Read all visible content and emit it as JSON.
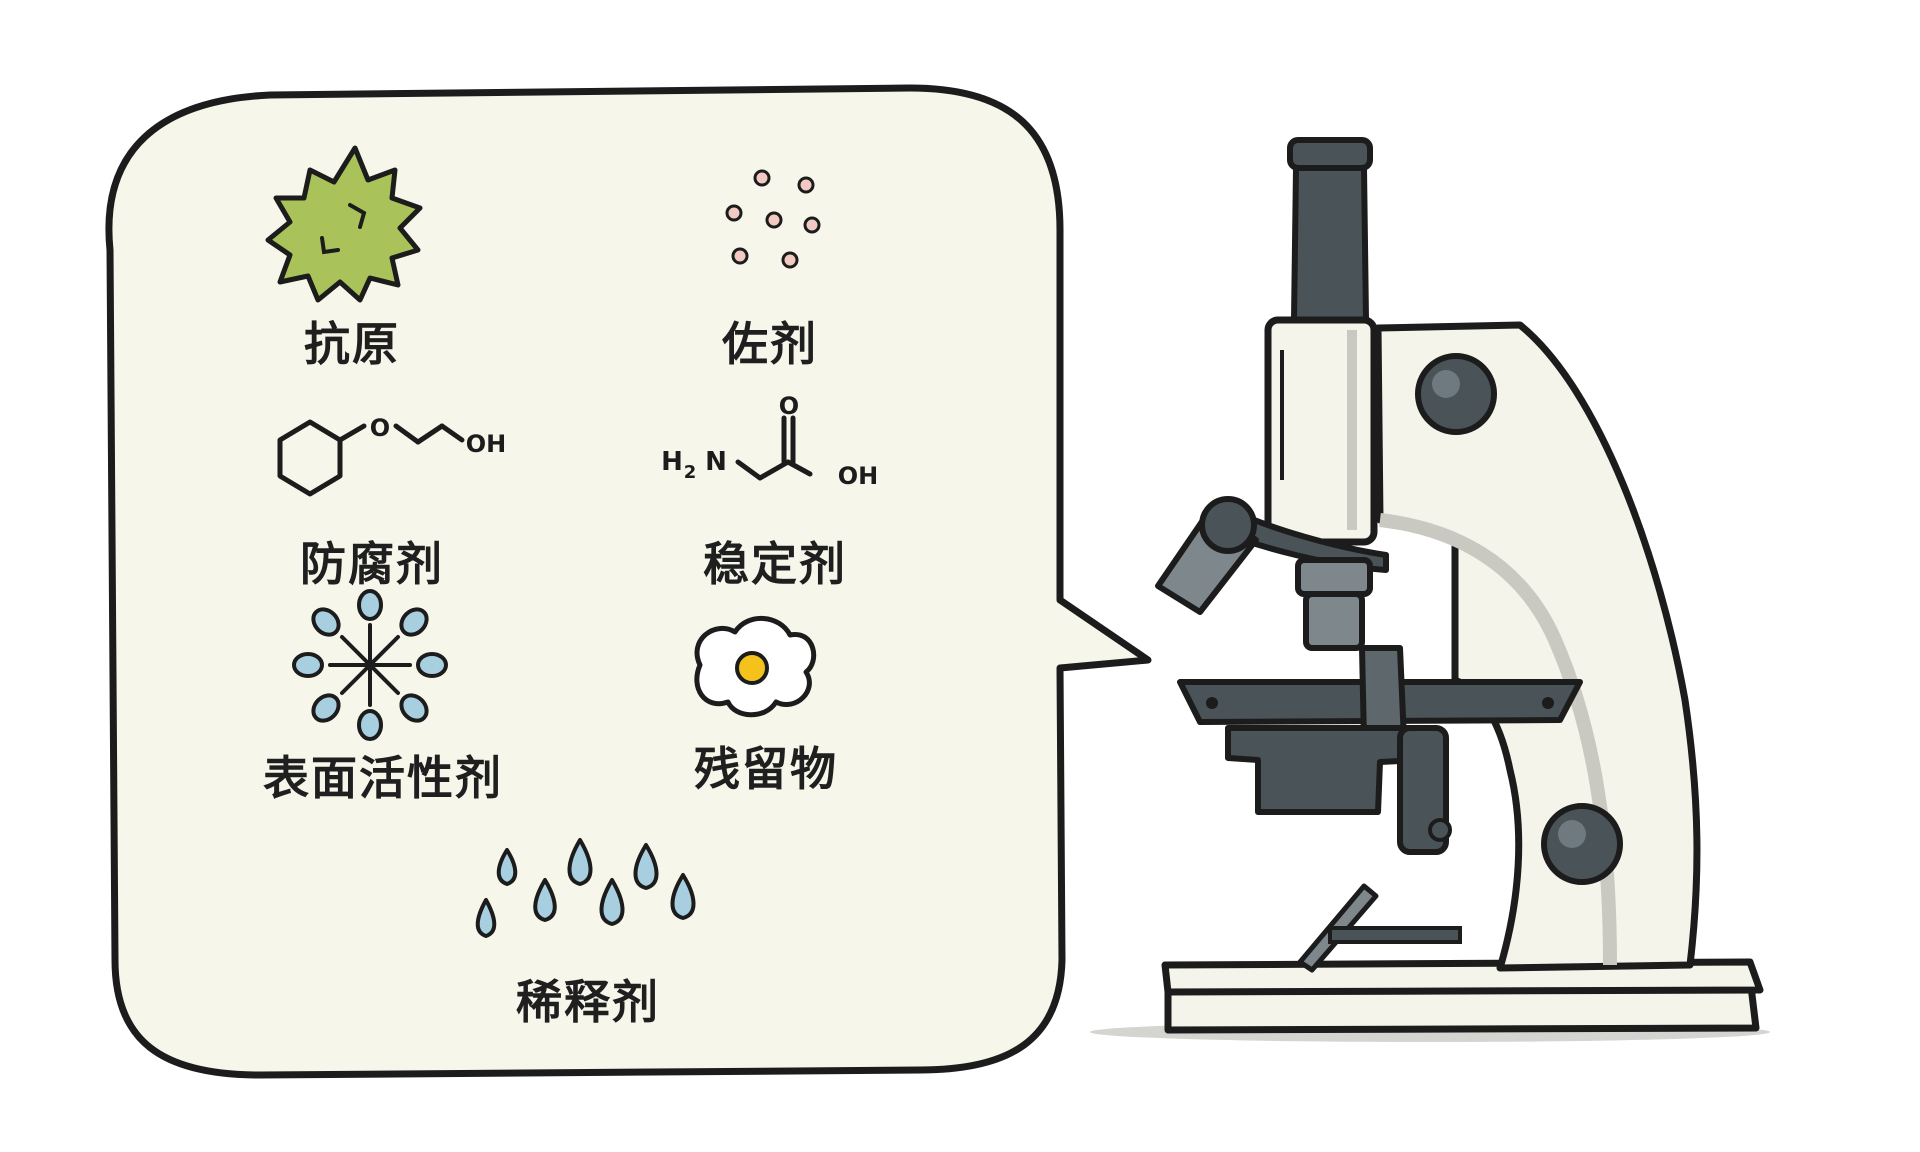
{
  "items": {
    "antigen": "抗原",
    "adjuvant": "佐剂",
    "preservative": "防腐剂",
    "stabilizer": "稳定剂",
    "surfactant": "表面活性剂",
    "residue": "残留物",
    "diluent": "稀释剂"
  },
  "chem": {
    "oh": "OH",
    "o": "O",
    "h": "H",
    "n": "N",
    "sub2": "2"
  },
  "colors": {
    "bubble_fill": "#f6f6ea",
    "antigen_green": "#a9c35a",
    "drop_blue": "#a8cfe0",
    "microscope_gray": "#4a5358",
    "microscope_body": "#f4f4ea"
  }
}
